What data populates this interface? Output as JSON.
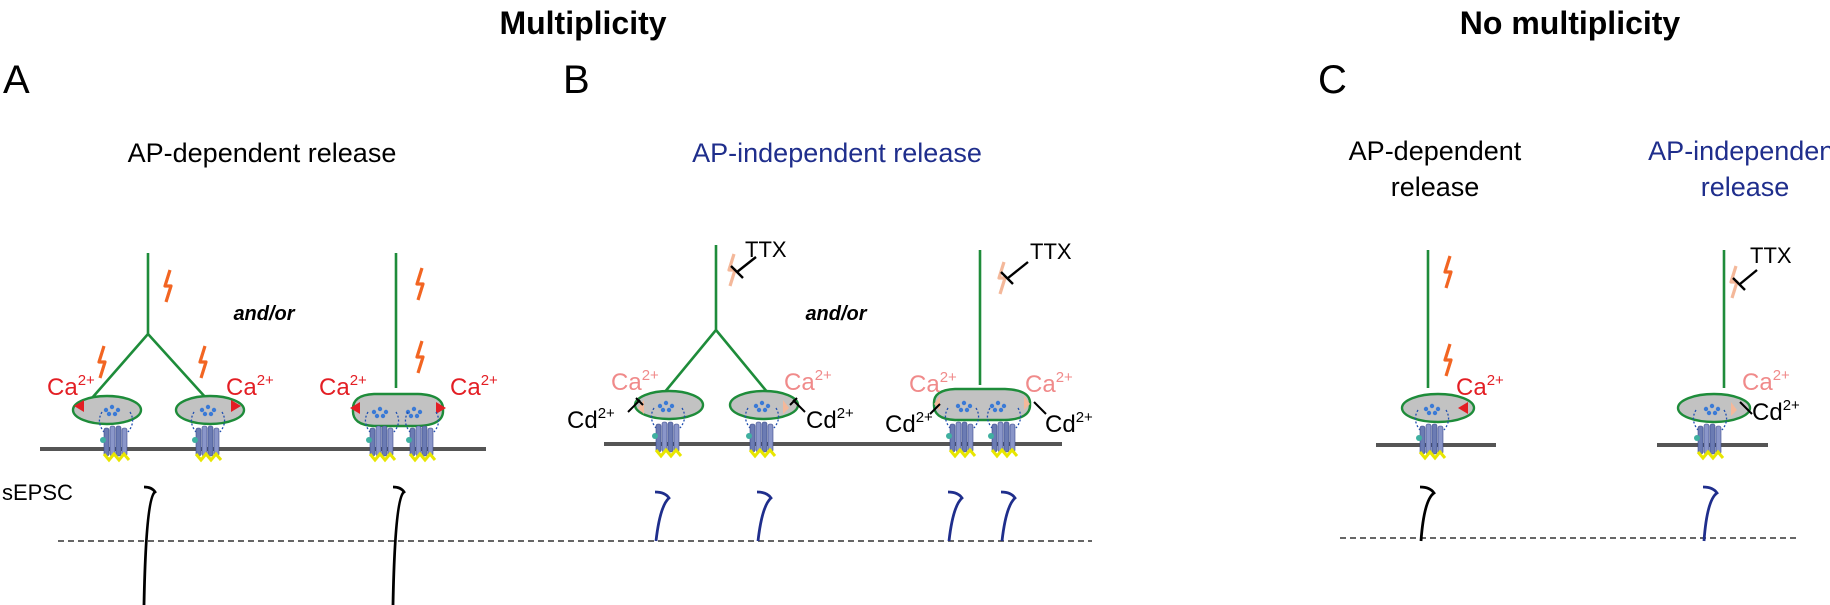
{
  "headers": {
    "left": "Multiplicity",
    "right": "No multiplicity"
  },
  "panels": {
    "a": {
      "letter": "A",
      "title": "AP-dependent release",
      "connector": "and/or"
    },
    "b": {
      "letter": "B",
      "title": "AP-independent release",
      "connector": "and/or",
      "ttx": "TTX"
    },
    "c": {
      "letter": "C",
      "title_left_line1": "AP-dependent",
      "title_left_line2": "release",
      "title_right_line1": "AP-independent",
      "title_right_line2": "release",
      "ttx": "TTX"
    }
  },
  "ions": {
    "calcium": "Ca",
    "cadmium": "Cd",
    "charge": "2+"
  },
  "trace_label": "sEPSC",
  "colors": {
    "axon": "#1e8c3a",
    "terminal_fill": "#c2c2c2",
    "ap_spike": "#f26522",
    "ap_blocked": "#f4b89a",
    "calcium_active": "#e31e24",
    "calcium_faded": "#f08a8a",
    "membrane": "#555555",
    "receptor": "#6b7bb3",
    "receptor_base": "#e8e600",
    "trace_ap_dependent": "#000000",
    "trace_ap_independent": "#1f2e8c",
    "title_ap_independent": "#1f2e8c"
  }
}
